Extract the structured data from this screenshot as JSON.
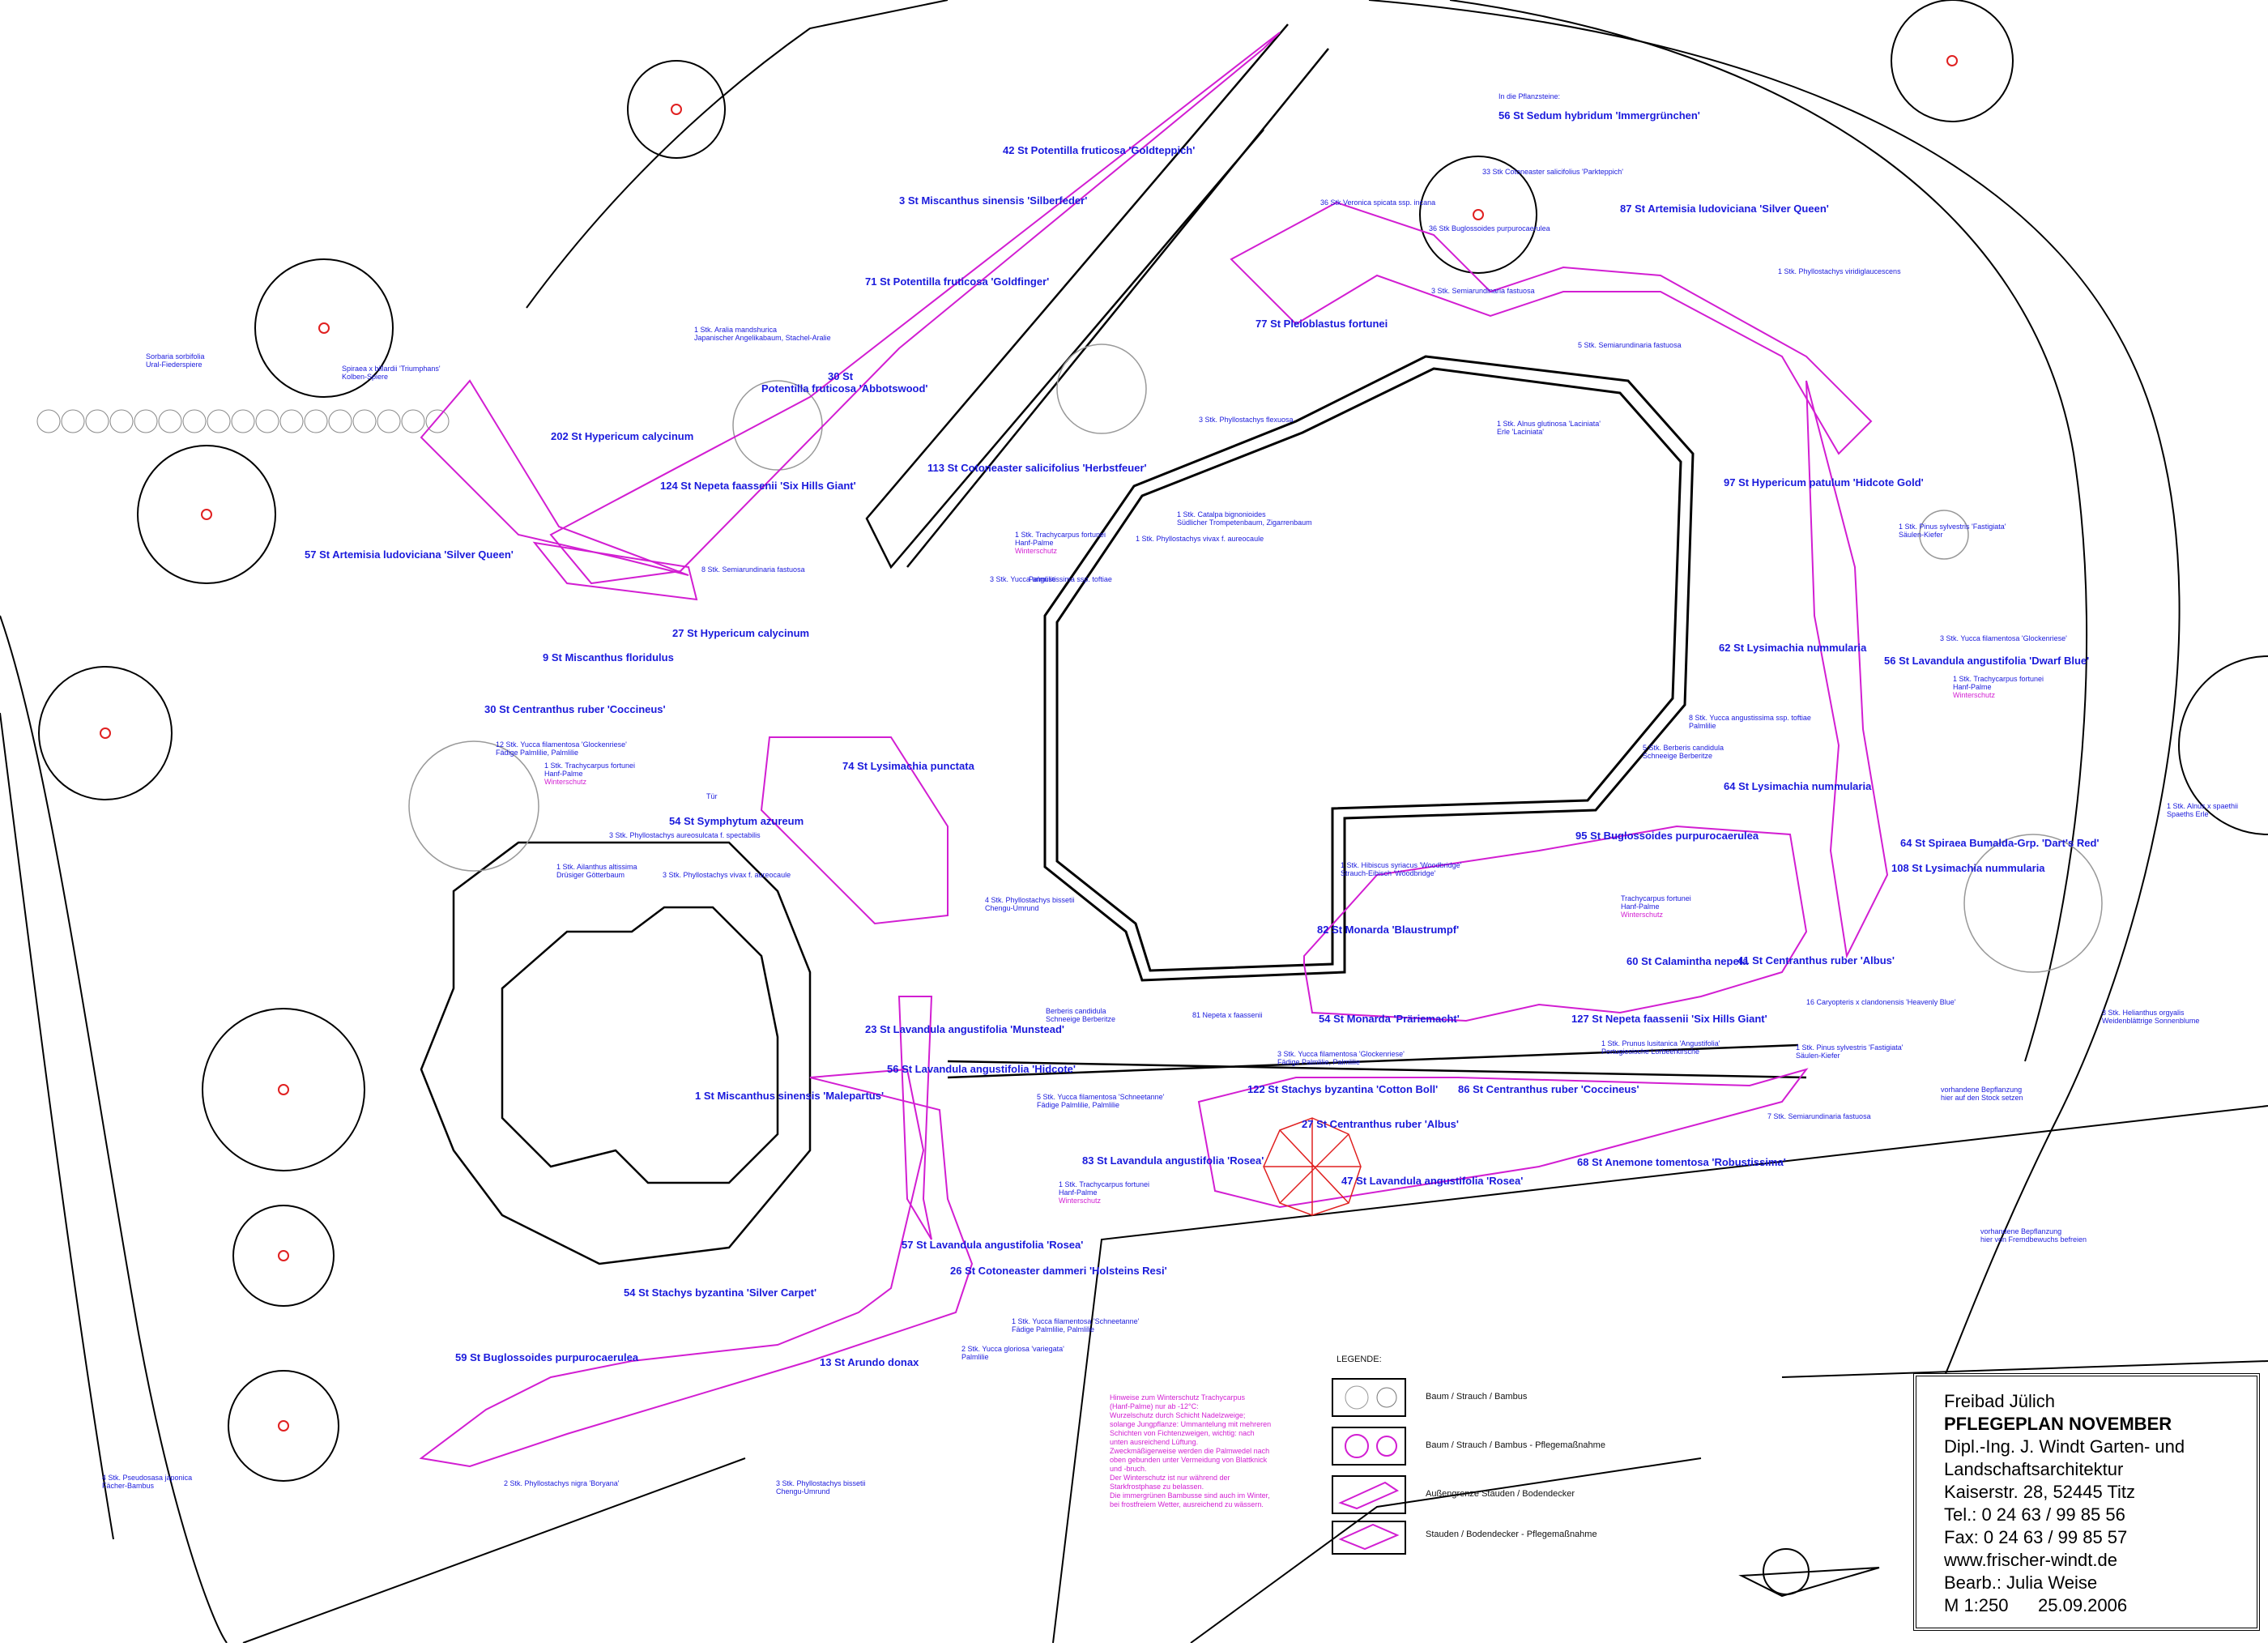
{
  "colors": {
    "planting_label": "#1a1adc",
    "maintenance": "#d21ed2",
    "outline": "#000000",
    "tree_marker": "#e02020"
  },
  "labels": [
    {
      "text": "42 St  Potentilla fruticosa 'Goldteppich'",
      "style": "main"
    },
    {
      "text": "3  St  Miscanthus sinensis 'Silberfeder'",
      "style": "main"
    },
    {
      "text": "71  St  Potentilla fruticosa 'Goldfinger'",
      "style": "main"
    },
    {
      "text": "30  St",
      "style": "main"
    },
    {
      "text": "Potentilla fruticosa 'Abbotswood'",
      "style": "main"
    },
    {
      "text": "202  St  Hypericum calycinum",
      "style": "main"
    },
    {
      "text": "124  St  Nepeta faassenii 'Six Hills Giant'",
      "style": "main"
    },
    {
      "text": "57  St  Artemisia ludoviciana 'Silver Queen'",
      "style": "main"
    },
    {
      "text": "27  St  Hypericum calycinum",
      "style": "main"
    },
    {
      "text": "9  St  Miscanthus floridulus",
      "style": "main"
    },
    {
      "text": "30  St  Centranthus ruber 'Coccineus'",
      "style": "main"
    },
    {
      "text": "54  St  Symphytum azureum",
      "style": "main"
    },
    {
      "text": "74  St  Lysimachia punctata",
      "style": "main"
    },
    {
      "text": "113  St  Cotoneaster salicifolius 'Herbstfeuer'",
      "style": "main"
    },
    {
      "text": "77  St  Pleioblastus fortunei",
      "style": "main"
    },
    {
      "text": "56  St  Sedum hybridum 'Immergrünchen'",
      "style": "main"
    },
    {
      "text": "87  St  Artemisia ludoviciana 'Silver Queen'",
      "style": "main"
    },
    {
      "text": "97  St  Hypericum patulum 'Hidcote Gold'",
      "style": "main"
    },
    {
      "text": "62  St  Lysimachia nummularia",
      "style": "main"
    },
    {
      "text": "56  St  Lavandula angustifolia 'Dwarf Blue'",
      "style": "main"
    },
    {
      "text": "64  St  Lysimachia nummularia",
      "style": "main"
    },
    {
      "text": "95  St  Buglossoides purpurocaerulea",
      "style": "main"
    },
    {
      "text": "64  St  Spiraea Bumalda-Grp. 'Dart's Red'",
      "style": "main"
    },
    {
      "text": "108  St  Lysimachia nummularia",
      "style": "main"
    },
    {
      "text": "82  St  Monarda 'Blaustrumpf'",
      "style": "main"
    },
    {
      "text": "60  St  Calamintha nepeta",
      "style": "main"
    },
    {
      "text": "41  St  Centranthus ruber 'Albus'",
      "style": "main"
    },
    {
      "text": "54  St  Monarda 'Präriemacht'",
      "style": "main"
    },
    {
      "text": "127  St  Nepeta faassenii 'Six Hills Giant'",
      "style": "main"
    },
    {
      "text": "23  St  Lavandula angustifolia 'Munstead'",
      "style": "main"
    },
    {
      "text": "56  St  Lavandula angustifolia 'Hidcote'",
      "style": "main"
    },
    {
      "text": "1  St  Miscanthus sinensis 'Malepartus'",
      "style": "main"
    },
    {
      "text": "122  St  Stachys byzantina 'Cotton Boll'",
      "style": "main"
    },
    {
      "text": "86  St  Centranthus ruber 'Coccineus'",
      "style": "main"
    },
    {
      "text": "27  St  Centranthus ruber 'Albus'",
      "style": "main"
    },
    {
      "text": "83  St  Lavandula angustifolia 'Rosea'",
      "style": "main"
    },
    {
      "text": "47  St  Lavandula angustifolia 'Rosea'",
      "style": "main"
    },
    {
      "text": "68  St  Anemone tomentosa 'Robustissima'",
      "style": "main"
    },
    {
      "text": "57  St  Lavandula angustifolia 'Rosea'",
      "style": "main"
    },
    {
      "text": "26  St  Cotoneaster dammeri 'Holsteins Resi'",
      "style": "main"
    },
    {
      "text": "54  St  Stachys byzantina 'Silver Carpet'",
      "style": "main"
    },
    {
      "text": "59  St  Buglossoides purpurocaerulea",
      "style": "main"
    },
    {
      "text": "13  St  Arundo donax",
      "style": "main"
    },
    {
      "text": "In die Pflanzsteine:",
      "style": "small"
    },
    {
      "text": "33 Stk Cotoneaster salicifolius 'Parkteppich'",
      "style": "small"
    },
    {
      "text": "36 Stk Veronica spicata ssp. incana",
      "style": "small"
    },
    {
      "text": "36 Stk Buglossoides purpurocaerulea",
      "style": "small"
    },
    {
      "text": "3  Stk.  Semiarundinaria fastuosa",
      "style": "small"
    },
    {
      "text": "1  Stk.  Phyllostachys viridiglaucescens",
      "style": "small"
    },
    {
      "text": "5  Stk.  Semiarundinaria fastuosa",
      "style": "small"
    },
    {
      "text": "1  Stk.  Aralia mandshurica",
      "style": "small"
    },
    {
      "text": "Japanischer Angelikabaum, Stachel-Aralie",
      "style": "small"
    },
    {
      "text": "Sorbaria sorbifolia",
      "style": "small"
    },
    {
      "text": "Ural-Fiederspiere",
      "style": "small"
    },
    {
      "text": "Spiraea x billardii 'Triumphans'",
      "style": "small"
    },
    {
      "text": "Kolben-Spiere",
      "style": "small"
    },
    {
      "text": "3  Stk.  Phyllostachys flexuosa",
      "style": "small"
    },
    {
      "text": "1  Stk.  Alnus glutinosa 'Laciniata'",
      "style": "small"
    },
    {
      "text": "Erle 'Laciniata'",
      "style": "small"
    },
    {
      "text": "1  Stk.  Catalpa bignonioides",
      "style": "small"
    },
    {
      "text": "Südlicher Trompetenbaum, Zigarrenbaum",
      "style": "small"
    },
    {
      "text": "1  Stk.  Trachycarpus fortunei",
      "style": "small"
    },
    {
      "text": "Hanf-Palme",
      "style": "small"
    },
    {
      "text": "Winterschutz",
      "style": "pink"
    },
    {
      "text": "1  Stk.  Phyllostachys vivax f. aureocaule",
      "style": "small"
    },
    {
      "text": "3  Stk.  Yucca angustissima ssp. toftiae",
      "style": "small"
    },
    {
      "text": "Palmlilie",
      "style": "small"
    },
    {
      "text": "8  Stk.  Semiarundinaria fastuosa",
      "style": "small"
    },
    {
      "text": "1  Stk.  Pinus sylvestris 'Fastigiata'",
      "style": "small"
    },
    {
      "text": "Säulen-Kiefer",
      "style": "small"
    },
    {
      "text": "3  Stk.  Yucca filamentosa 'Glockenriese'",
      "style": "small"
    },
    {
      "text": "1  Stk.  Trachycarpus fortunei",
      "style": "small"
    },
    {
      "text": "Hanf-Palme",
      "style": "small"
    },
    {
      "text": "Winterschutz",
      "style": "pink"
    },
    {
      "text": "8  Stk.  Yucca angustissima ssp. toftiae",
      "style": "small"
    },
    {
      "text": "Palmlilie",
      "style": "small"
    },
    {
      "text": "5  Stk.  Berberis candidula",
      "style": "small"
    },
    {
      "text": "Schneeige Berberitze",
      "style": "small"
    },
    {
      "text": "1  Stk.  Alnus x spaethii",
      "style": "small"
    },
    {
      "text": "Spaeths Erle",
      "style": "small"
    },
    {
      "text": "12  Stk.  Yucca filamentosa 'Glockenriese'",
      "style": "small"
    },
    {
      "text": "Fädige Palmlilie, Palmlilie",
      "style": "small"
    },
    {
      "text": "1  Stk.  Trachycarpus fortunei",
      "style": "small"
    },
    {
      "text": "Hanf-Palme",
      "style": "small"
    },
    {
      "text": "Winterschutz",
      "style": "pink"
    },
    {
      "text": "Tür",
      "style": "small"
    },
    {
      "text": "3  Stk.  Phyllostachys aureosulcata f. spectabilis",
      "style": "small"
    },
    {
      "text": "1  Stk.  Ailanthus altissima",
      "style": "small"
    },
    {
      "text": "Drüsiger Götterbaum",
      "style": "small"
    },
    {
      "text": "3  Stk.  Phyllostachys vivax f. aureocaule",
      "style": "small"
    },
    {
      "text": "4  Stk.  Phyllostachys bissetii",
      "style": "small"
    },
    {
      "text": "Chengu-Umrund",
      "style": "small"
    },
    {
      "text": "1  Stk.  Hibiscus syriacus 'Woodbridge'",
      "style": "small"
    },
    {
      "text": "Strauch-Eibisch 'Woodbridge'",
      "style": "small"
    },
    {
      "text": "Trachycarpus fortunei",
      "style": "small"
    },
    {
      "text": "Hanf-Palme",
      "style": "small"
    },
    {
      "text": "Winterschutz",
      "style": "pink"
    },
    {
      "text": "Berberis candidula",
      "style": "small"
    },
    {
      "text": "Schneeige Berberitze",
      "style": "small"
    },
    {
      "text": "81 Nepeta x faassenii",
      "style": "small"
    },
    {
      "text": "3  Stk.  Yucca filamentosa 'Glockenriese'",
      "style": "small"
    },
    {
      "text": "Fädige Palmlilie, Palmlilie",
      "style": "small"
    },
    {
      "text": "1  Stk.  Prunus lusitanica 'Angustifolia'",
      "style": "small"
    },
    {
      "text": "Portugiesische Lorbeerkirsche",
      "style": "small"
    },
    {
      "text": "1  Stk.  Pinus sylvestris 'Fastigiata'",
      "style": "small"
    },
    {
      "text": "Säulen-Kiefer",
      "style": "small"
    },
    {
      "text": "16 Caryopteris x clandonensis 'Heavenly Blue'",
      "style": "small"
    },
    {
      "text": "3  Stk.  Helianthus orgyalis",
      "style": "small"
    },
    {
      "text": "Weidenblättrige Sonnenblume",
      "style": "small"
    },
    {
      "text": "5  Stk.  Yucca filamentosa 'Schneetanne'",
      "style": "small"
    },
    {
      "text": "Fädige Palmlilie, Palmlilie",
      "style": "small"
    },
    {
      "text": "7  Stk.  Semiarundinaria fastuosa",
      "style": "small"
    },
    {
      "text": "vorhandene Bepflanzung",
      "style": "small"
    },
    {
      "text": "hier auf den Stock setzen",
      "style": "small"
    },
    {
      "text": "1  Stk.  Trachycarpus fortunei",
      "style": "small"
    },
    {
      "text": "Hanf-Palme",
      "style": "small"
    },
    {
      "text": "Winterschutz",
      "style": "pink"
    },
    {
      "text": "vorhandene Bepflanzung",
      "style": "small"
    },
    {
      "text": "hier von Fremdbewuchs befreien",
      "style": "small"
    },
    {
      "text": "1  Stk.  Yucca filamentosa 'Schneetanne'",
      "style": "small"
    },
    {
      "text": "Fädige Palmlilie, Palmlilie",
      "style": "small"
    },
    {
      "text": "2  Stk.  Yucca gloriosa 'variegata'",
      "style": "small"
    },
    {
      "text": "Palmlilie",
      "style": "small"
    },
    {
      "text": "4  Stk.  Pseudosasa japonica",
      "style": "small"
    },
    {
      "text": "Fächer-Bambus",
      "style": "small"
    },
    {
      "text": "2  Stk.  Phyllostachys nigra 'Boryana'",
      "style": "small"
    },
    {
      "text": "3  Stk.  Phyllostachys bissetii",
      "style": "small"
    },
    {
      "text": "Chengu-Umrund",
      "style": "small"
    }
  ],
  "note": {
    "lines": [
      "Hinweise zum Winterschutz Trachycarpus",
      "(Hanf-Palme) nur ab -12°C:",
      "Wurzelschutz durch Schicht Nadelzweige;",
      "solange Jungpflanze: Ummantelung mit mehreren",
      "Schichten von Fichtenzweigen, wichtig: nach",
      "unten ausreichend Lüftung.",
      "Zweckmäßigerweise werden die Palmwedel nach",
      "oben gebunden unter Vermeidung von Blattknick",
      "und -bruch.",
      "Der Winterschutz ist nur während der",
      "Starkfrostphase zu belassen.",
      "",
      "Die immergrünen Bambusse sind auch im Winter,",
      "bei frostfreiem Wetter, ausreichend zu wässern."
    ]
  },
  "legend": {
    "title": "LEGENDE:",
    "items": [
      {
        "label": "Baum / Strauch / Bambus"
      },
      {
        "label": "Baum / Strauch / Bambus - Pflegemaßnahme"
      },
      {
        "label": "Außengrenze Stauden / Bodendecker"
      },
      {
        "label": "Stauden / Bodendecker - Pflegemaßnahme"
      }
    ]
  },
  "title_block": {
    "line1": "Freibad Jülich",
    "line2": "PFLEGEPLAN NOVEMBER",
    "line3": "Dipl.-Ing. J. Windt Garten- und",
    "line4": "Landschaftsarchitektur",
    "line5": "Kaiserstr. 28, 52445 Titz",
    "line6": "Tel.: 0 24 63 / 99 85 56",
    "line7": "Fax: 0 24 63 / 99 85 57",
    "line8": "www.frischer-windt.de",
    "line9": "Bearb.: Julia Weise",
    "line10": "M 1:250",
    "line11": "25.09.2006"
  }
}
